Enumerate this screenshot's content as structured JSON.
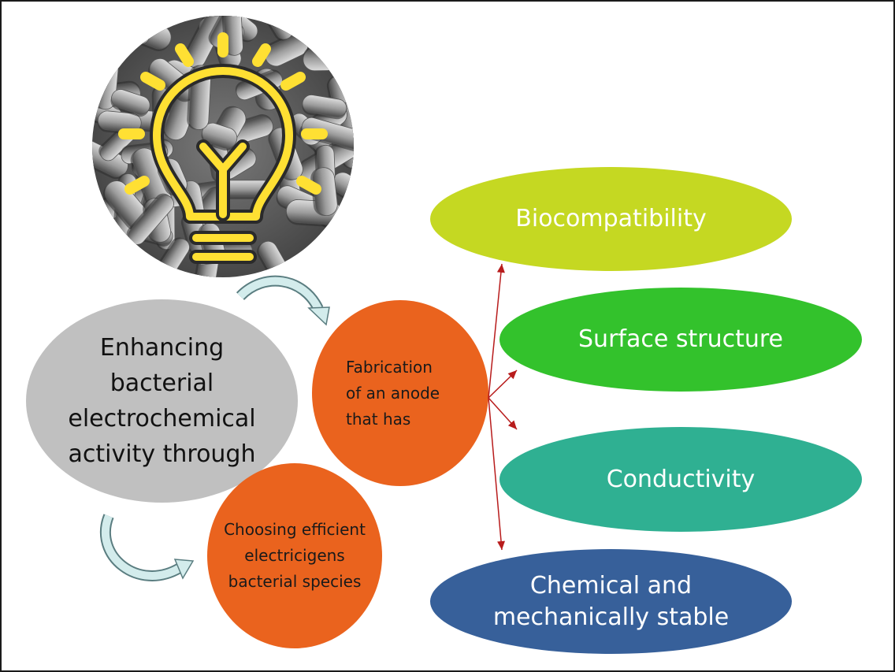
{
  "main_node": {
    "text": "Enhancing\nbacterial\nelectrochemical\nactivity through",
    "color": "#c0c0c0"
  },
  "fabrication_node": {
    "text": "Fabrication\nof an anode\nthat has",
    "color": "#ea631e"
  },
  "choosing_node": {
    "text": "Choosing efficient\nelectricigens\nbacterial species",
    "color": "#ea631e"
  },
  "properties": [
    {
      "label": "Biocompatibility",
      "color": "#c5d822"
    },
    {
      "label": "Surface structure",
      "color": "#33c22c"
    },
    {
      "label": "Conductivity",
      "color": "#2fb092"
    },
    {
      "label": "Chemical and\nmechanically stable",
      "color": "#37609a"
    }
  ],
  "arrow_color": "#b81c1c",
  "curved_arrow_color": "#d3ecec",
  "bulb_icon": {
    "name": "light-bulb-icon",
    "color": "#ffe033",
    "outline": "#2a2a2a"
  }
}
